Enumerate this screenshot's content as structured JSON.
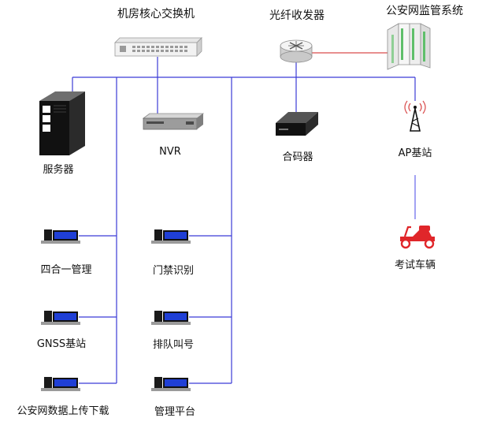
{
  "colors": {
    "network_line": "#3b3bd6",
    "fiber_line": "#d94c4c",
    "ap_link": "#8c8cf0",
    "device_dark": "#1a1a1a",
    "terminal_screen": "#1f3fd6",
    "vehicle": "#e0262a"
  },
  "nodes": {
    "core_switch": {
      "label": "机房核心交换机",
      "icon": "network-switch-icon"
    },
    "fiber_transceiver": {
      "label": "光纤收发器",
      "icon": "router-icon"
    },
    "public_security": {
      "label": "公安网监管系统",
      "icon": "server-rack-icon"
    },
    "server": {
      "label": "服务器",
      "icon": "tower-server-icon"
    },
    "nvr": {
      "label": "NVR",
      "icon": "nvr-icon"
    },
    "combiner": {
      "label": "合码器",
      "icon": "encoder-box-icon"
    },
    "ap_station": {
      "label": "AP基站",
      "icon": "antenna-tower-icon"
    },
    "exam_vehicle": {
      "label": "考试车辆",
      "icon": "scooter-icon"
    }
  },
  "terminals_left": [
    {
      "label": "四合一管理",
      "icon": "workstation-icon"
    },
    {
      "label": "GNSS基站",
      "icon": "workstation-icon"
    },
    {
      "label": "公安网数据上传下载",
      "icon": "workstation-icon"
    }
  ],
  "terminals_right": [
    {
      "label": "门禁识别",
      "icon": "workstation-icon"
    },
    {
      "label": "排队叫号",
      "icon": "workstation-icon"
    },
    {
      "label": "管理平台",
      "icon": "workstation-icon"
    }
  ]
}
